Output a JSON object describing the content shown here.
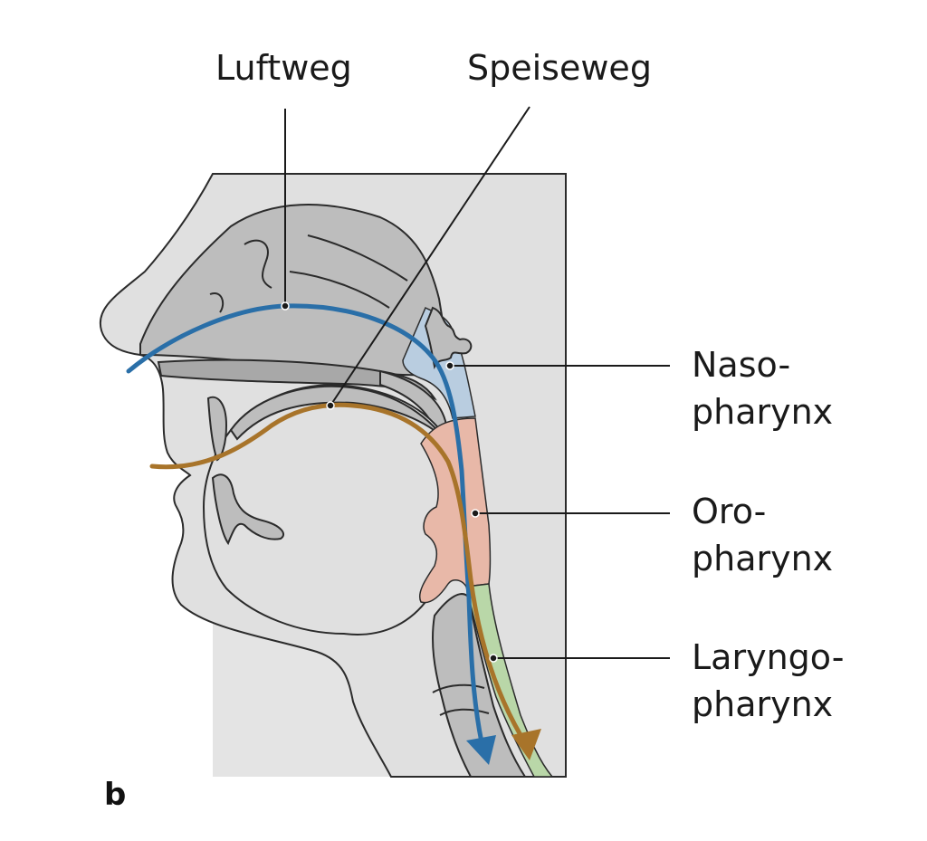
{
  "labels": {
    "luftweg": "Luftweg",
    "speiseweg": "Speiseweg",
    "nasopharynx_line1": "Naso-",
    "nasopharynx_line2": "pharynx",
    "oropharynx_line1": "Oro-",
    "oropharynx_line2": "pharynx",
    "laryngopharynx_line1": "Laryngo-",
    "laryngopharynx_line2": "pharynx"
  },
  "panel_letter": "b",
  "colors": {
    "airway": "#2a6fa8",
    "foodway": "#a8742a",
    "nasopharynx": "#b9cde0",
    "oropharynx": "#e8b8a8",
    "laryngopharynx": "#b9d7a8",
    "background_panel": "#e4e4e4",
    "tissue": "#bdbdbd",
    "outline": "#2b2b2b"
  }
}
